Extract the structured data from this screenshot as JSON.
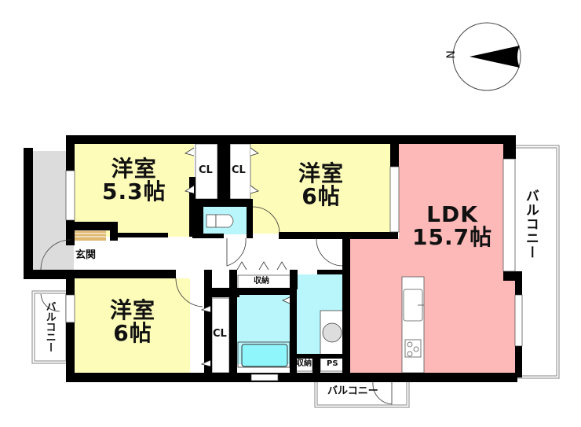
{
  "compass": {
    "north_label": "N",
    "icon": "compass-north-arrow-icon"
  },
  "colors": {
    "western_room": "#fdfcb9",
    "ldk": "#fcb9b8",
    "water_area": "#b9f6fb",
    "bathtub": "#8ff6fb",
    "entrance_shade": "#dcdcdc",
    "shoe_rack": "#e0b870",
    "wall": "#000000"
  },
  "rooms": {
    "western_room_1": {
      "name": "洋室",
      "size": "5.3帖"
    },
    "western_room_2": {
      "name": "洋室",
      "size": "6帖"
    },
    "western_room_3": {
      "name": "洋室",
      "size": "6帖"
    },
    "ldk": {
      "name": "LDK",
      "size": "15.7帖"
    },
    "entrance": {
      "name": "玄関"
    }
  },
  "closets": {
    "cl_1": "CL",
    "cl_2": "CL",
    "cl_3": "CL",
    "storage_1": "収納",
    "storage_2": "収納",
    "pipe_space": "PS"
  },
  "balconies": {
    "east": "バルコニー",
    "west": "バルコニー",
    "south": "バルコニー"
  }
}
